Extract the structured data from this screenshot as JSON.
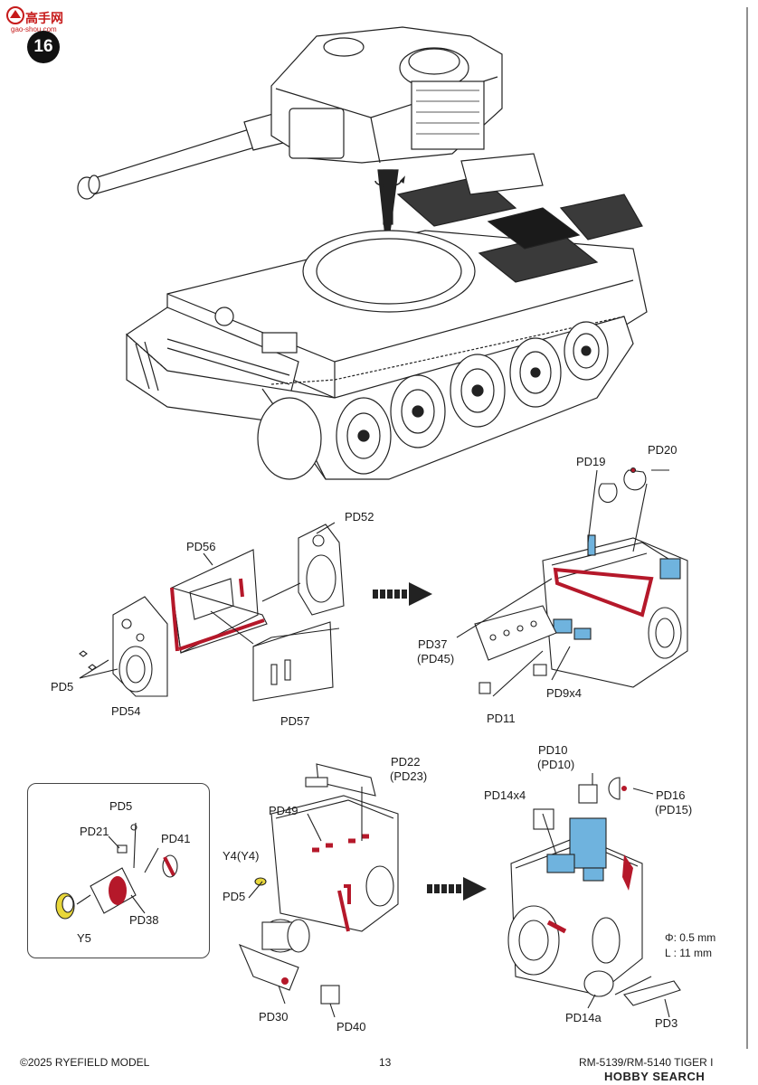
{
  "watermark": {
    "site_name": "高手网",
    "site_url": "gao-shou.com"
  },
  "step": {
    "number": "16"
  },
  "callouts": {
    "pd52": "PD52",
    "pd56": "PD56",
    "pd5_a": "PD5",
    "pd54": "PD54",
    "pd57": "PD57",
    "pd19": "PD19",
    "pd20": "PD20",
    "pd37": "PD37",
    "pd45": "(PD45)",
    "pd9x4": "PD9x4",
    "pd11": "PD11",
    "pd22": "PD22",
    "pd23": "(PD23)",
    "pd49": "PD49",
    "y4": "Y4(Y4)",
    "pd5_b": "PD5",
    "pd30": "PD30",
    "pd40": "PD40",
    "pd10": "PD10",
    "pd10b": "(PD10)",
    "pd16": "PD16",
    "pd15": "(PD15)",
    "pd14x4": "PD14x4",
    "phi": "Φ: 0.5 mm",
    "len": "L : 11 mm",
    "pd14a": "PD14a",
    "pd3": "PD3",
    "inset_pd5": "PD5",
    "inset_pd21": "PD21",
    "inset_pd41": "PD41",
    "inset_pd38": "PD38",
    "inset_y5": "Y5"
  },
  "footer": {
    "copyright": "©2025 RYEFIELD MODEL",
    "page_number": "13",
    "product_code": "RM-5139/RM-5140 TIGER I"
  },
  "hobby_search": {
    "brand": "HOBBY SEARCH"
  },
  "colors": {
    "photoetch_red": "#b5182a",
    "clear_blue": "#6fb3de",
    "yellow_part": "#e8d73a",
    "line": "#222222"
  }
}
